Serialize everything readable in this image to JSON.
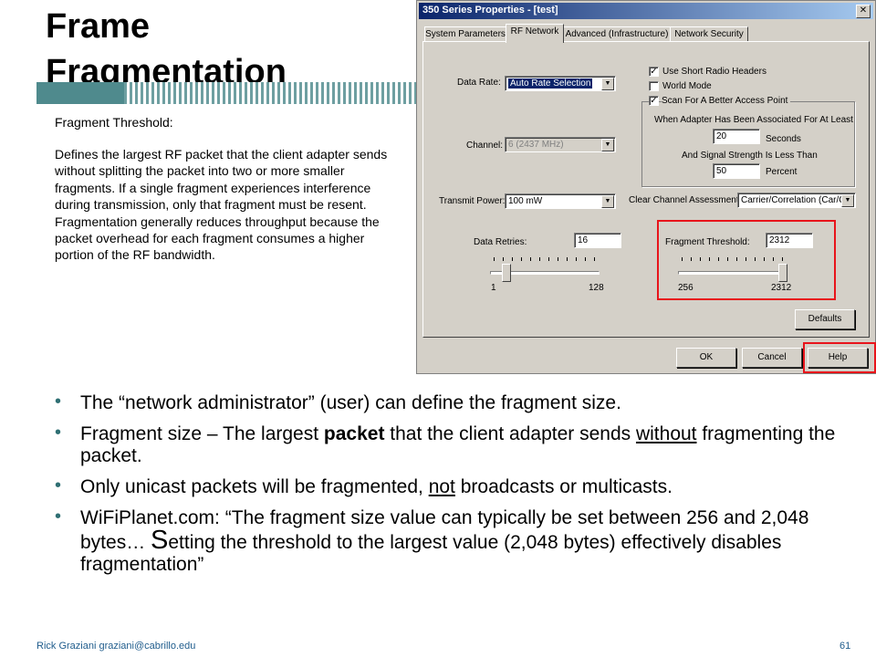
{
  "slide": {
    "title_line1": "Frame",
    "title_line2": "Fragmentation",
    "desc_heading": "Fragment Threshold:",
    "desc_body": "Defines the largest RF packet that the client adapter sends without splitting the packet into two or more smaller fragments. If a single fragment experiences interference during transmission, only that fragment must be resent. Fragmentation generally reduces throughput because the packet overhead for each fragment consumes a higher portion of the RF bandwidth.",
    "bullets": {
      "b1": "The “network administrator” (user) can define the fragment size.",
      "b2_pre": "Fragment size – The largest ",
      "b2_bold": "packet",
      "b2_mid": " that the client adapter sends ",
      "b2_under": "without",
      "b2_post": " fragmenting the packet.",
      "b3_pre": "Only unicast packets will be fragmented, ",
      "b3_under": "not",
      "b3_post": " broadcasts or multicasts.",
      "b4_pre": "WiFiPlanet.com: “The fragment size value can typically be set between 256 and 2,048 bytes… ",
      "b4_bigS": "S",
      "b4_post": "etting the threshold to the largest value (2,048 bytes) effectively disables fragmentation”"
    },
    "footer": "Rick Graziani  graziani@cabrillo.edu",
    "page_number": "61",
    "accent_color": "#4f8a8d",
    "highlight_color": "#e8141b"
  },
  "dialog": {
    "title": "350 Series Properties - [test]",
    "close_glyph": "✕",
    "tabs": [
      "System Parameters",
      "RF Network",
      "Advanced (Infrastructure)",
      "Network Security"
    ],
    "active_tab": "RF Network",
    "data_rate": {
      "label": "Data Rate:",
      "value": "Auto Rate Selection"
    },
    "channel": {
      "label": "Channel:",
      "value": "6   (2437 MHz)"
    },
    "transmit_power": {
      "label": "Transmit Power:",
      "value": "100 mW"
    },
    "checkboxes": {
      "short_headers": {
        "label": "Use Short Radio Headers",
        "checked": true
      },
      "world_mode": {
        "label": "World Mode",
        "checked": false
      },
      "scan": {
        "label": "Scan For A Better Access Point",
        "checked": true
      }
    },
    "scan_group": {
      "assoc_label": "When Adapter Has Been Associated For At Least",
      "seconds_value": "20",
      "seconds_unit": "Seconds",
      "signal_label": "And Signal Strength Is Less Than",
      "percent_value": "50",
      "percent_unit": "Percent"
    },
    "cca": {
      "label": "Clear Channel Assessment:",
      "value": "Carrier/Correlation (Car/Co"
    },
    "data_retries": {
      "label": "Data Retries:",
      "value": "16",
      "min": "1",
      "max": "128",
      "level": 0.12
    },
    "fragment_threshold": {
      "label": "Fragment Threshold:",
      "value": "2312",
      "min": "256",
      "max": "2312",
      "level": 1.0
    },
    "check_glyph": "✓",
    "arrow_glyph": "▼",
    "buttons": {
      "defaults": "Defaults",
      "ok": "OK",
      "cancel": "Cancel",
      "help": "Help"
    }
  }
}
